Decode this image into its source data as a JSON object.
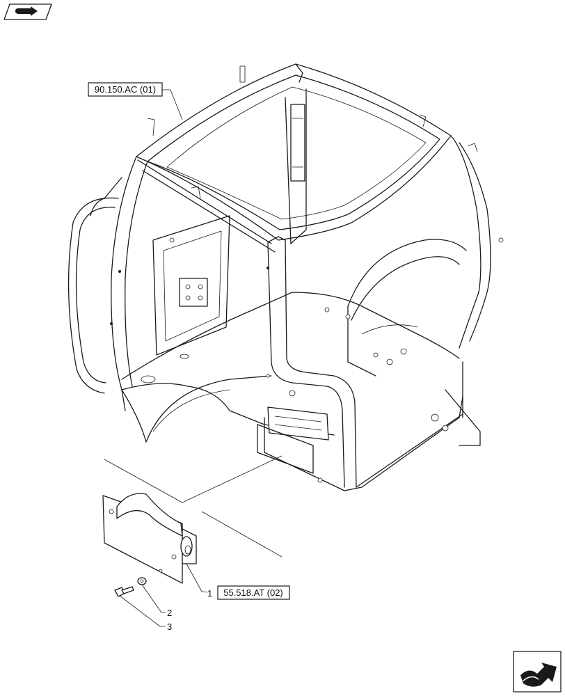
{
  "references": [
    {
      "id": "ref-cab-frame",
      "text": "90.150.AC (01)"
    },
    {
      "id": "ref-bracket",
      "text": "55.518.AT (02)"
    }
  ],
  "callouts": [
    {
      "id": "callout-1",
      "text": "1"
    },
    {
      "id": "callout-2",
      "text": "2"
    },
    {
      "id": "callout-3",
      "text": "3"
    }
  ],
  "icons": {
    "top_left": "open-book-arrow-icon",
    "bottom_right": "next-page-arrow-icon"
  },
  "colors": {
    "line": "#1a1a1a",
    "background": "#ffffff"
  }
}
